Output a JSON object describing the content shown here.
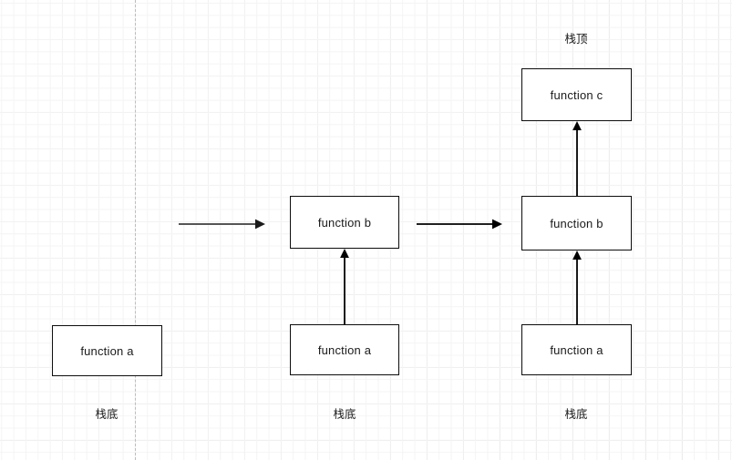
{
  "diagram": {
    "title_present": false,
    "colors": {
      "box_border": "#0d0d0d",
      "box_fill": "#ffffff",
      "text": "#1a1a1a",
      "arrow_black": "#000000",
      "arrow_gray": "#555555",
      "grid_minor": "#f4f4f4",
      "grid_major": "#dcdcdc",
      "dashed_guide": "#bdbdbd"
    },
    "labels": {
      "stack_top": "栈顶",
      "stack_bottom": "栈底"
    },
    "stages": [
      {
        "id": "stage-1",
        "boxes": [
          {
            "id": "stage1-function-a",
            "label": "function a"
          }
        ],
        "bottom_label": "栈底",
        "top_label": null
      },
      {
        "id": "stage-2",
        "boxes": [
          {
            "id": "stage2-function-b",
            "label": "function b"
          },
          {
            "id": "stage2-function-a",
            "label": "function a"
          }
        ],
        "bottom_label": "栈底",
        "top_label": null
      },
      {
        "id": "stage-3",
        "boxes": [
          {
            "id": "stage3-function-c",
            "label": "function c"
          },
          {
            "id": "stage3-function-b",
            "label": "function b"
          },
          {
            "id": "stage3-function-a",
            "label": "function a"
          }
        ],
        "bottom_label": "栈底",
        "top_label": "栈顶"
      }
    ],
    "connectors": [
      {
        "id": "transition-1",
        "kind": "horizontal",
        "color": "#555555"
      },
      {
        "id": "transition-2",
        "kind": "horizontal",
        "color": "#000000"
      },
      {
        "id": "stage2-a-to-b",
        "kind": "vertical",
        "color": "#000000"
      },
      {
        "id": "stage3-a-to-b",
        "kind": "vertical",
        "color": "#000000"
      },
      {
        "id": "stage3-b-to-c",
        "kind": "vertical",
        "color": "#000000"
      }
    ]
  }
}
